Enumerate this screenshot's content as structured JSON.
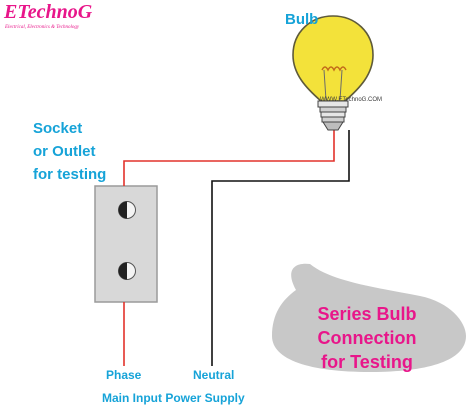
{
  "logo": {
    "name": "ETechnoG",
    "tagline": "Electrical, Electronics & Technology"
  },
  "labels": {
    "bulb": "Bulb",
    "socket_line1": "Socket",
    "socket_line2": "or Outlet",
    "socket_line3": "for testing",
    "phase": "Phase",
    "neutral": "Neutral",
    "supply": "Main Input Power Supply"
  },
  "watermark": "WWW.ETechnoG.COM",
  "callout": {
    "line1": "Series Bulb",
    "line2": "Connection",
    "line3": "for Testing"
  },
  "colors": {
    "accent_text": "#16a3d8",
    "brand_pink": "#e8168a",
    "phase_wire": "#e2322b",
    "neutral_wire": "#111111",
    "bulb_glass": "#f3e23a",
    "socket_body": "#d8d8d8",
    "callout_fill": "#c8c8c8"
  }
}
